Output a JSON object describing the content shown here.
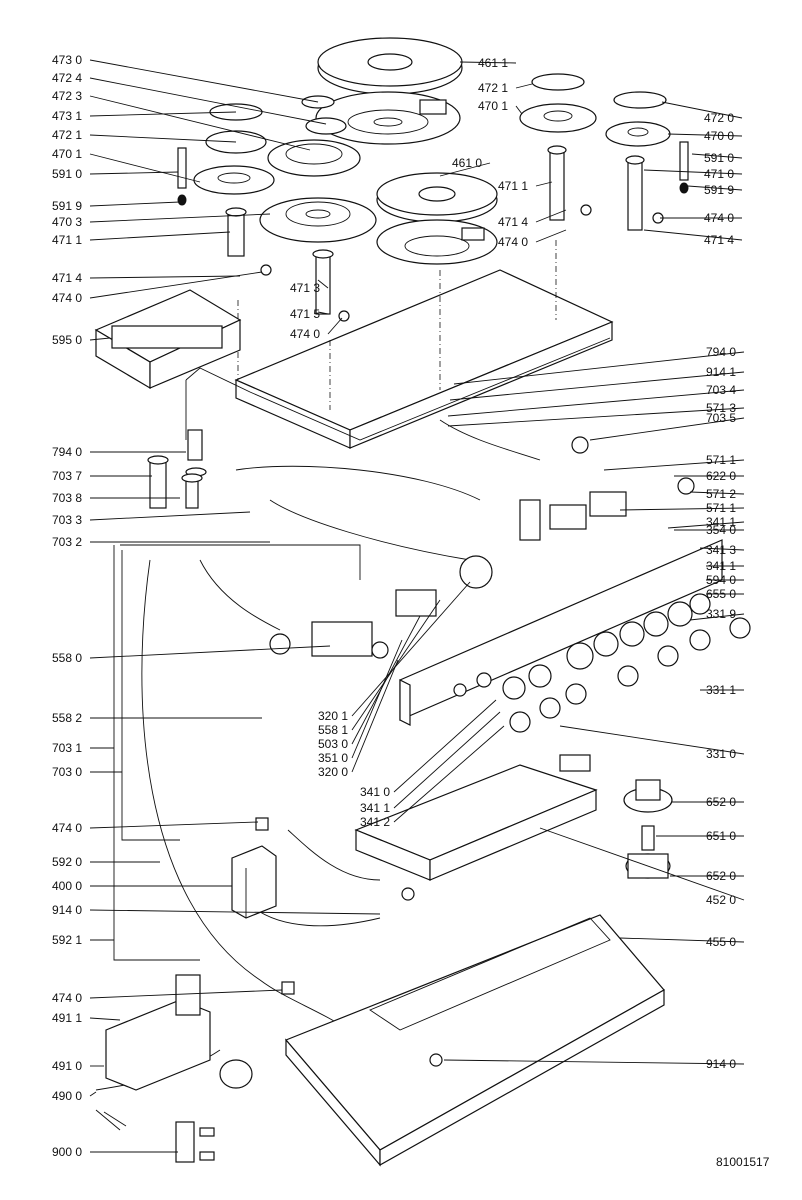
{
  "diagram": {
    "document_number": "81001517",
    "labels": [
      {
        "id": "l1",
        "text": "473 0"
      },
      {
        "id": "l2",
        "text": "472 4"
      },
      {
        "id": "l3",
        "text": "472 3"
      },
      {
        "id": "l4",
        "text": "473 1"
      },
      {
        "id": "l5",
        "text": "472 1"
      },
      {
        "id": "l6",
        "text": "470 1"
      },
      {
        "id": "l7",
        "text": "591 0"
      },
      {
        "id": "l8",
        "text": "591 9"
      },
      {
        "id": "l9",
        "text": "470 3"
      },
      {
        "id": "l10",
        "text": "471 1"
      },
      {
        "id": "l11",
        "text": "471 4"
      },
      {
        "id": "l12",
        "text": "474 0"
      },
      {
        "id": "l13",
        "text": "595 0"
      },
      {
        "id": "l14",
        "text": "471 3"
      },
      {
        "id": "l15",
        "text": "471 5"
      },
      {
        "id": "l16",
        "text": "474 0"
      },
      {
        "id": "l17",
        "text": "461 1"
      },
      {
        "id": "l18",
        "text": "472 1"
      },
      {
        "id": "l19",
        "text": "470 1"
      },
      {
        "id": "l20",
        "text": "472 0"
      },
      {
        "id": "l21",
        "text": "470 0"
      },
      {
        "id": "l22",
        "text": "591 0"
      },
      {
        "id": "l23",
        "text": "471 0"
      },
      {
        "id": "l24",
        "text": "591 9"
      },
      {
        "id": "l25",
        "text": "474 0"
      },
      {
        "id": "l26",
        "text": "471 4"
      },
      {
        "id": "l27",
        "text": "461 0"
      },
      {
        "id": "l28",
        "text": "471 1"
      },
      {
        "id": "l29",
        "text": "471 4"
      },
      {
        "id": "l30",
        "text": "474 0"
      },
      {
        "id": "l31",
        "text": "794 0"
      },
      {
        "id": "l32",
        "text": "914 1"
      },
      {
        "id": "l33",
        "text": "703 4"
      },
      {
        "id": "l34",
        "text": "571 3"
      },
      {
        "id": "l35",
        "text": "703 5"
      },
      {
        "id": "l36",
        "text": "794 0"
      },
      {
        "id": "l37",
        "text": "703 7"
      },
      {
        "id": "l38",
        "text": "703 8"
      },
      {
        "id": "l39",
        "text": "703 3"
      },
      {
        "id": "l40",
        "text": "703 2"
      },
      {
        "id": "l41",
        "text": "571 1"
      },
      {
        "id": "l42",
        "text": "622 0"
      },
      {
        "id": "l43",
        "text": "571 2"
      },
      {
        "id": "l44",
        "text": "571 1"
      },
      {
        "id": "l45",
        "text": "341 1"
      },
      {
        "id": "l46",
        "text": "341 3"
      },
      {
        "id": "l47",
        "text": "341 1"
      },
      {
        "id": "l48",
        "text": "594 0"
      },
      {
        "id": "l49",
        "text": "655 0"
      },
      {
        "id": "l50",
        "text": "331 9"
      },
      {
        "id": "l51",
        "text": "354 0"
      },
      {
        "id": "l52",
        "text": "331 1"
      },
      {
        "id": "l53",
        "text": "558 0"
      },
      {
        "id": "l54",
        "text": "558 2"
      },
      {
        "id": "l55",
        "text": "320 1"
      },
      {
        "id": "l56",
        "text": "558 1"
      },
      {
        "id": "l57",
        "text": "503 0"
      },
      {
        "id": "l58",
        "text": "351 0"
      },
      {
        "id": "l59",
        "text": "320 0"
      },
      {
        "id": "l60",
        "text": "341 0"
      },
      {
        "id": "l61",
        "text": "341 1"
      },
      {
        "id": "l62",
        "text": "341 2"
      },
      {
        "id": "l63",
        "text": "331 0"
      },
      {
        "id": "l64",
        "text": "703 1"
      },
      {
        "id": "l65",
        "text": "703 0"
      },
      {
        "id": "l66",
        "text": "474 0"
      },
      {
        "id": "l67",
        "text": "592 0"
      },
      {
        "id": "l68",
        "text": "400 0"
      },
      {
        "id": "l69",
        "text": "914 0"
      },
      {
        "id": "l70",
        "text": "592 1"
      },
      {
        "id": "l71",
        "text": "652 0"
      },
      {
        "id": "l72",
        "text": "651 0"
      },
      {
        "id": "l73",
        "text": "652 0"
      },
      {
        "id": "l74",
        "text": "452 0"
      },
      {
        "id": "l75",
        "text": "455 0"
      },
      {
        "id": "l76",
        "text": "474 0"
      },
      {
        "id": "l77",
        "text": "491 1"
      },
      {
        "id": "l78",
        "text": "491 0"
      },
      {
        "id": "l79",
        "text": "490 0"
      },
      {
        "id": "l80",
        "text": "914 0"
      },
      {
        "id": "l81",
        "text": "900 0"
      }
    ]
  }
}
